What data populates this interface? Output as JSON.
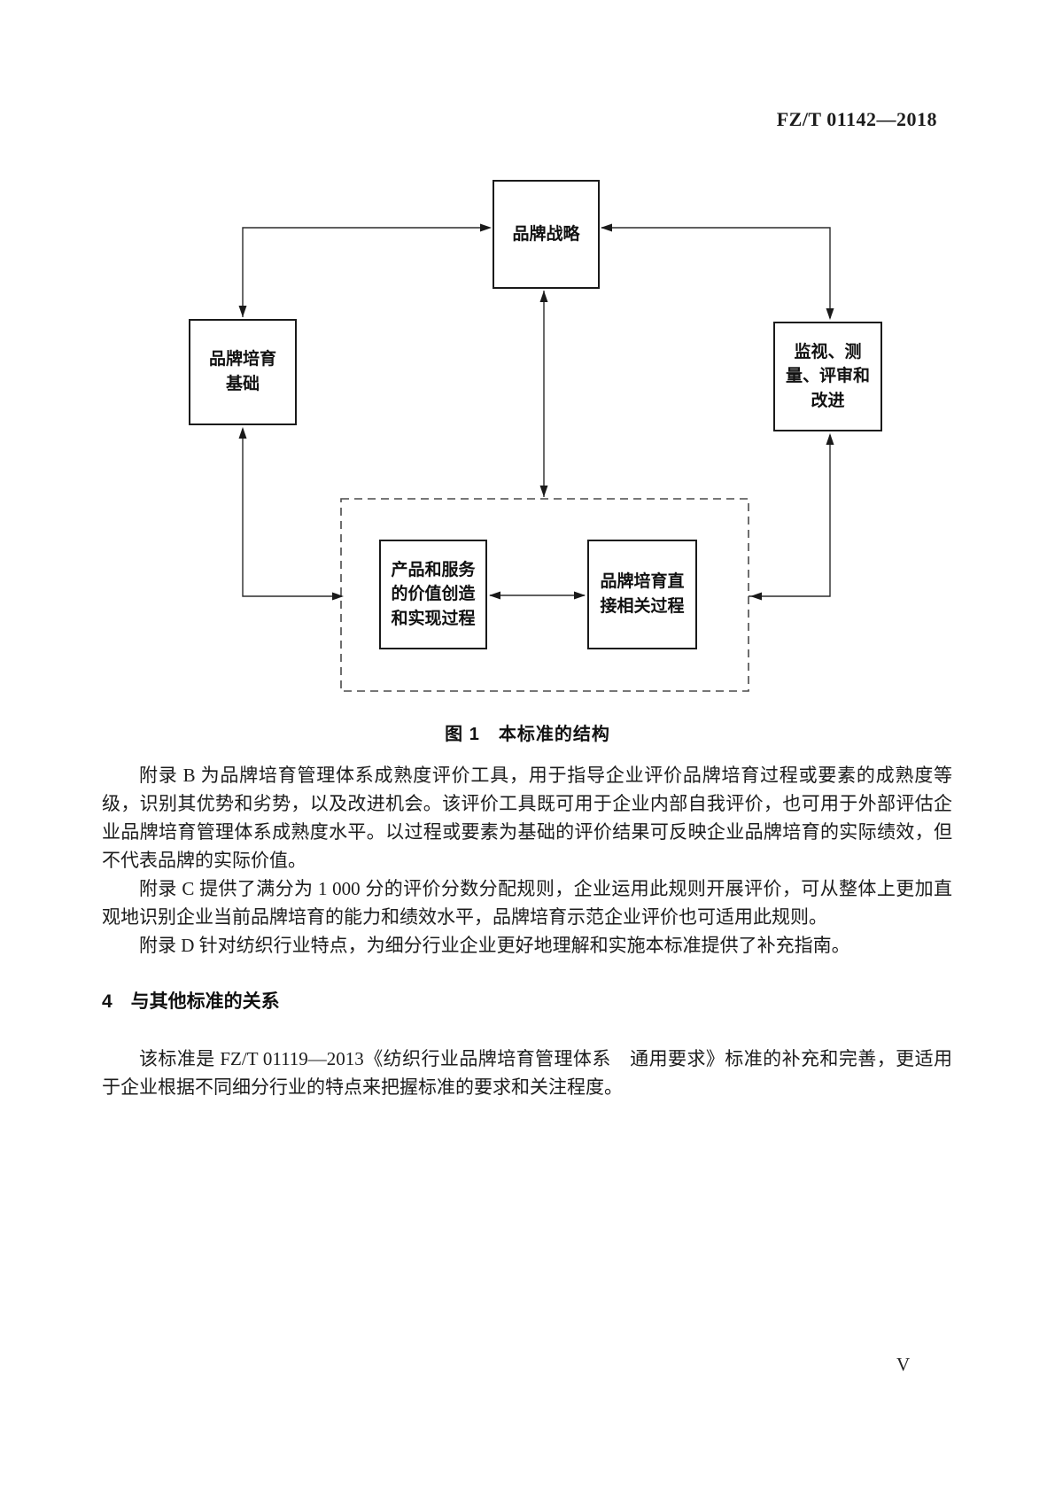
{
  "page": {
    "header_code": "FZ/T 01142—2018",
    "page_number": "V"
  },
  "figure": {
    "caption": "图 1　本标准的结构",
    "boxes": {
      "brand_strategy": "品牌战略",
      "cultivation_foundation": "品牌培育\n基础",
      "monitor_measure_review_improve": "监视、测\n量、评审和\n改进",
      "value_creation_process": "产品和服务\n的价值创造\n和实现过程",
      "direct_related_process": "品牌培育直\n接相关过程"
    }
  },
  "content": {
    "paragraph_appendix_b": "附录 B 为品牌培育管理体系成熟度评价工具，用于指导企业评价品牌培育过程或要素的成熟度等级，识别其优势和劣势，以及改进机会。该评价工具既可用于企业内部自我评价，也可用于外部评估企业品牌培育管理体系成熟度水平。以过程或要素为基础的评价结果可反映企业品牌培育的实际绩效，但不代表品牌的实际价值。",
    "paragraph_appendix_c": "附录 C 提供了满分为 1 000 分的评价分数分配规则，企业运用此规则开展评价，可从整体上更加直观地识别企业当前品牌培育的能力和绩效水平，品牌培育示范企业评价也可适用此规则。",
    "paragraph_appendix_d": "附录 D 针对纺织行业特点，为细分行业企业更好地理解和实施本标准提供了补充指南。",
    "section_heading": "4　与其他标准的关系",
    "paragraph_section4": "该标准是 FZ/T 01119—2013《纺织行业品牌培育管理体系　通用要求》标准的补充和完善，更适用于企业根据不同细分行业的特点来把握标准的要求和关注程度。"
  }
}
